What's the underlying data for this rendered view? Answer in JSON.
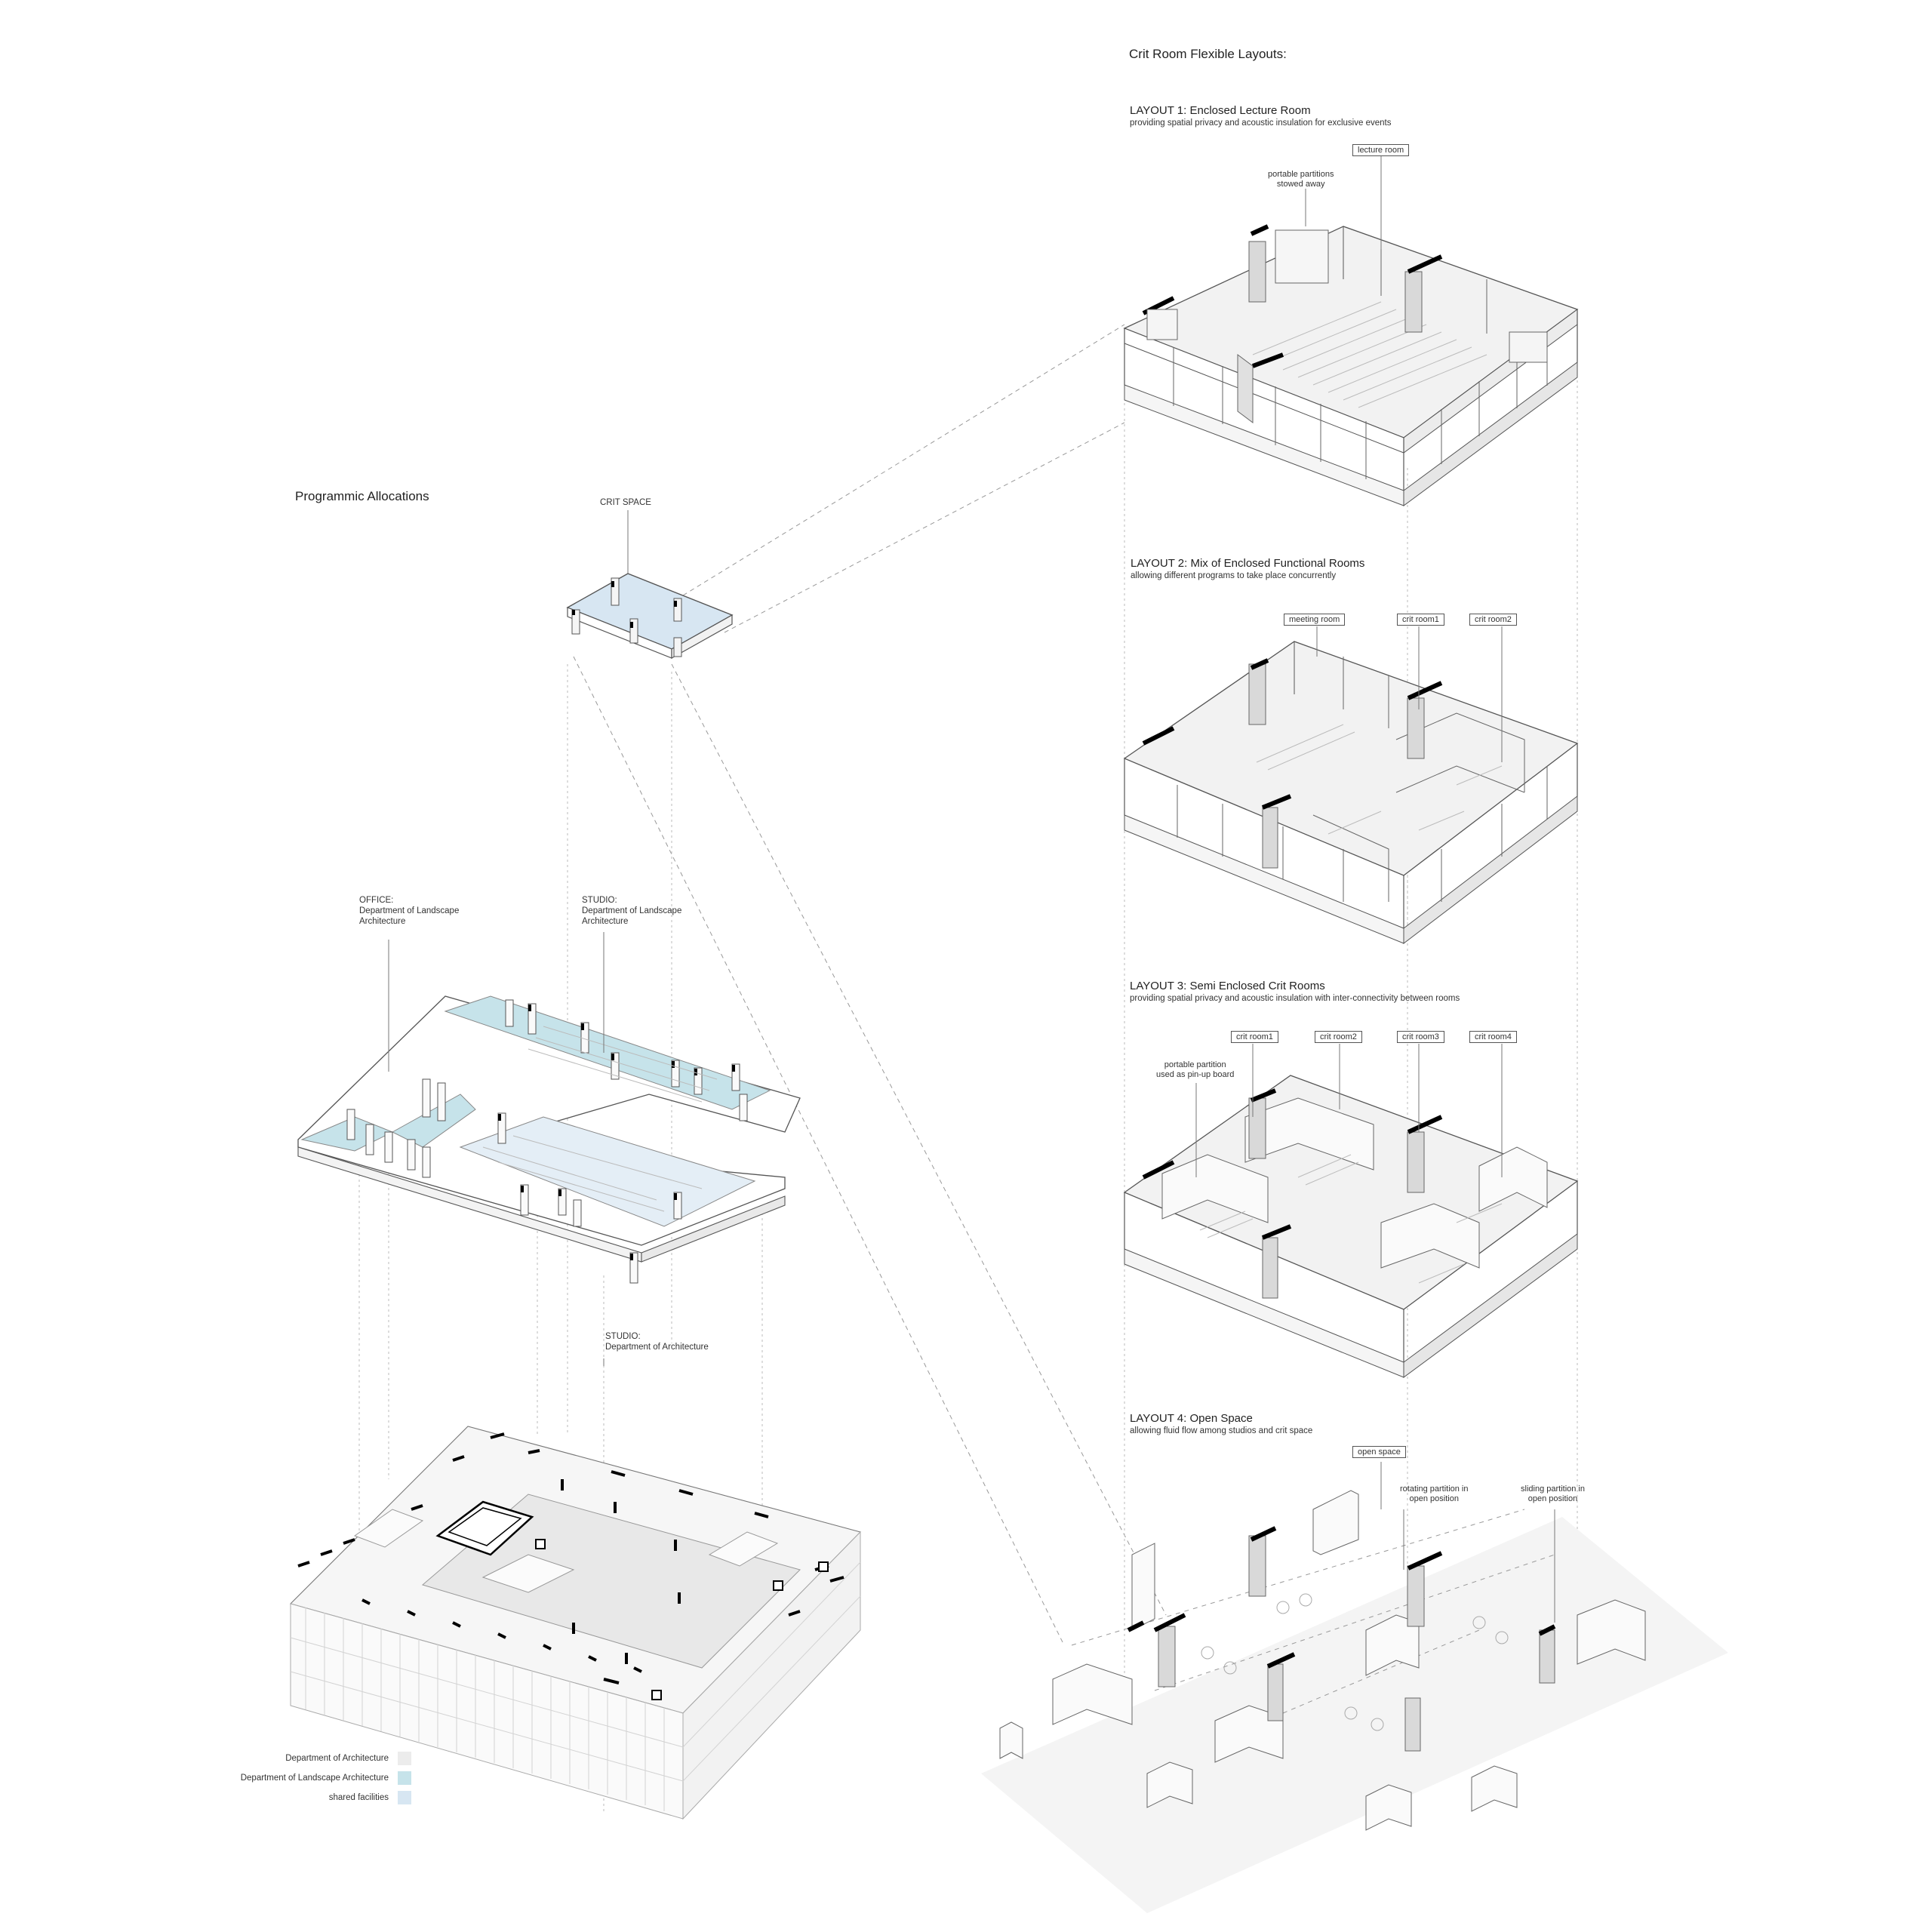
{
  "left": {
    "title": "Programmic Allocations",
    "crit_space": "CRIT SPACE",
    "office": "OFFICE:\nDepartment of Landscape\nArchitecture",
    "studio_la": "STUDIO:\nDepartment of Landscape\nArchitecture",
    "studio_arch": "STUDIO:\nDepartment of Architecture"
  },
  "legend": {
    "items": [
      {
        "label": "Department of Architecture",
        "color": "#ececec"
      },
      {
        "label": "Department of Landscape Architecture",
        "color": "#c6e3ea"
      },
      {
        "label": "shared facilities",
        "color": "#d7e6f2"
      }
    ]
  },
  "right": {
    "title": "Crit Room Flexible Layouts:",
    "layout1": {
      "heading": "LAYOUT 1: Enclosed Lecture Room",
      "sub": "providing spatial privacy and acoustic insulation for exclusive events",
      "tag": "lecture room",
      "note": "portable partitions\nstowed away"
    },
    "layout2": {
      "heading": "LAYOUT 2: Mix of Enclosed Functional Rooms",
      "sub": "allowing different programs to take place concurrently",
      "tags": [
        "meeting room",
        "crit room1",
        "crit room2"
      ]
    },
    "layout3": {
      "heading": "LAYOUT 3: Semi Enclosed Crit Rooms",
      "sub": "providing spatial privacy and acoustic insulation with inter-connectivity between rooms",
      "tags": [
        "crit room1",
        "crit room2",
        "crit room3",
        "crit room4"
      ],
      "note": "portable partition\nused as pin-up board"
    },
    "layout4": {
      "heading": "LAYOUT 4: Open Space",
      "sub": "allowing fluid flow among studios and crit space",
      "tag": "open  space",
      "note_rotating": "rotating partition in\nopen position",
      "note_sliding": "sliding partition in\nopen position"
    }
  },
  "colors": {
    "shared": "#d7e6f2",
    "landscape": "#c6e3ea",
    "architecture": "#ececec",
    "line": "#555555"
  }
}
